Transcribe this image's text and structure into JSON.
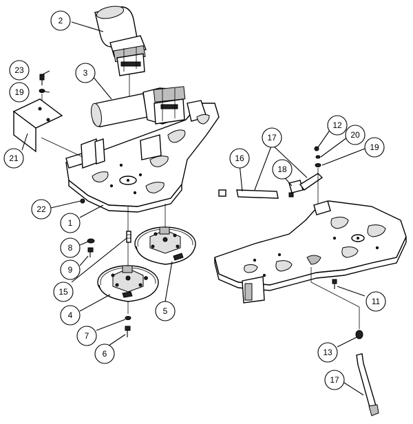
{
  "callouts": [
    {
      "label": "2"
    },
    {
      "label": "3"
    },
    {
      "label": "23"
    },
    {
      "label": "19"
    },
    {
      "label": "21"
    },
    {
      "label": "22"
    },
    {
      "label": "1"
    },
    {
      "label": "8"
    },
    {
      "label": "9"
    },
    {
      "label": "15"
    },
    {
      "label": "4"
    },
    {
      "label": "5"
    },
    {
      "label": "7"
    },
    {
      "label": "6"
    },
    {
      "label": "17"
    },
    {
      "label": "16"
    },
    {
      "label": "18"
    },
    {
      "label": "12"
    },
    {
      "label": "20"
    },
    {
      "label": "19"
    },
    {
      "label": "11"
    },
    {
      "label": "13"
    },
    {
      "label": "17"
    }
  ]
}
